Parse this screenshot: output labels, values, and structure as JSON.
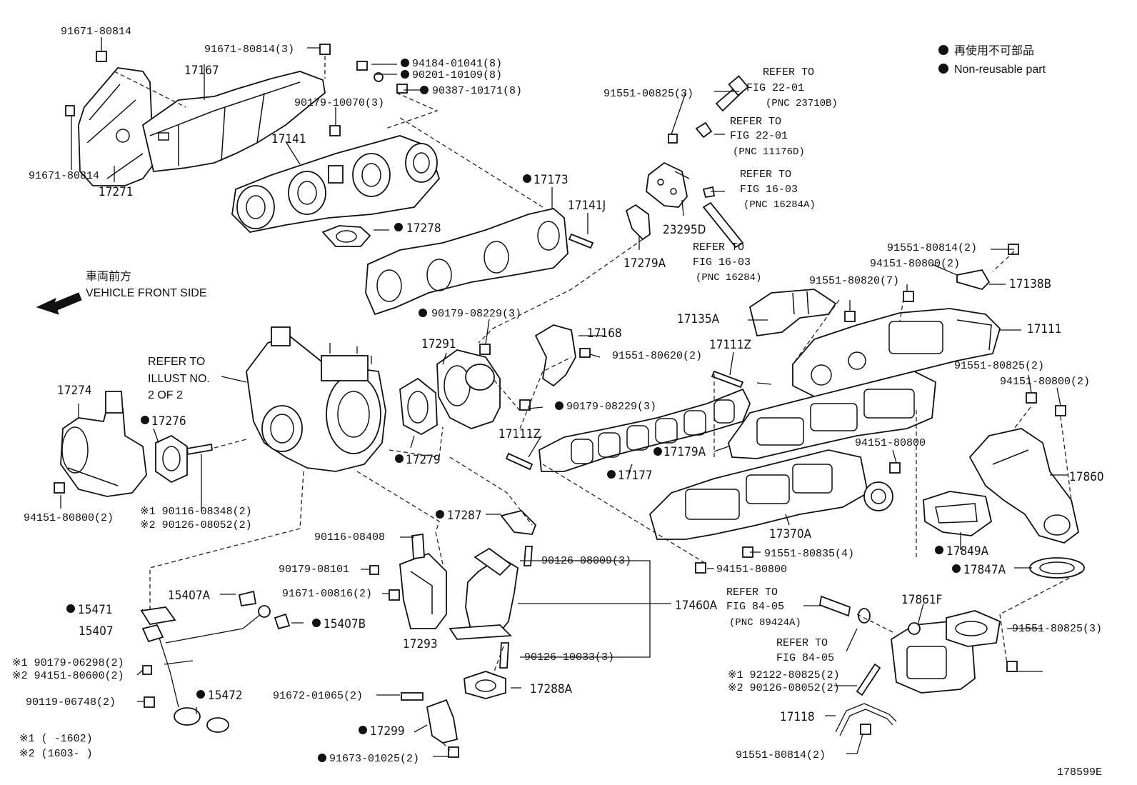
{
  "legend": {
    "jp": "再使用不可部品",
    "en": "Non-reusable part"
  },
  "front": {
    "jp": "車両前方",
    "en": "VEHICLE FRONT SIDE"
  },
  "figure_id": "178599E",
  "footnotes": {
    "n1": "※1 (      -1602)",
    "n2": "※2 (1603-      )"
  },
  "refers": {
    "r1": [
      "REFER TO",
      "FIG 22-01",
      "(PNC 23710B)"
    ],
    "r2": [
      "REFER TO",
      "FIG 22-01",
      "(PNC 11176D)"
    ],
    "r3": [
      "REFER TO",
      "FIG 16-03",
      "(PNC 16284A)"
    ],
    "r4": [
      "REFER TO",
      "FIG 16-03",
      "(PNC 16284)"
    ],
    "r5": [
      "REFER TO",
      "ILLUST NO.",
      "2 OF 2"
    ],
    "r6": [
      "REFER TO",
      "FIG 84-05",
      "(PNC 89424A)"
    ],
    "r7": [
      "REFER TO",
      "FIG 84-05"
    ]
  },
  "parts": {
    "p17167": "17167",
    "p17271": "17271",
    "p17141": "17141",
    "p17173": "17173",
    "p17141j": "17141J",
    "p17278": "17278",
    "p17279a": "17279A",
    "p23295d": "23295D",
    "p17274": "17274",
    "p17276": "17276",
    "p17291": "17291",
    "p17279": "17279",
    "p17168": "17168",
    "p17111z1": "17111Z",
    "p17111z2": "17111Z",
    "p17135a": "17135A",
    "p17138b": "17138B",
    "p17111": "17111",
    "p17179a": "17179A",
    "p17177": "17177",
    "p17370a": "17370A",
    "p17860": "17860",
    "p17849a": "17849A",
    "p17847a": "17847A",
    "p17287": "17287",
    "p17293": "17293",
    "p17460a": "17460A",
    "p15407a": "15407A",
    "p15471": "15471",
    "p15407": "15407",
    "p15407b": "15407B",
    "p15472": "15472",
    "p17288a": "17288A",
    "p17299": "17299",
    "p17861f": "17861F",
    "p17118": "17118"
  },
  "screws": {
    "s01": "91671-80814",
    "s02": "91671-80814(3)",
    "s03": "94184-01041(8)",
    "s04": "90201-10109(8)",
    "s05": "90387-10171(8)",
    "s06": "90179-10070(3)",
    "s07": "91671-80814",
    "s08": "91551-00825(3)",
    "s09": "91551-80814(2)",
    "s10": "94151-80800(2)",
    "s11": "91551-80820(7)",
    "s12": "90179-08229(3)",
    "s13": "91551-80620(2)",
    "s14": "90179-08229(3)",
    "s15": "91551-80825(2)",
    "s16": "94151-80800(2)",
    "s17": "94151-80800(2)",
    "s18": "※1 90116-08348(2)",
    "s19": "※2 90126-08052(2)",
    "s20": "94151-80800",
    "s21": "90116-08408",
    "s22": "90179-08101",
    "s23": "91671-00816(2)",
    "s24": "90126-08009(3)",
    "s25": "91551-80835(4)",
    "s26": "94151-80800",
    "s27": "90126-10033(3)",
    "s28": "91551-80825(3)",
    "s29": "※1 90179-06298(2)",
    "s30": "※2 94151-80600(2)",
    "s31": "90119-06748(2)",
    "s32": "91672-01065(2)",
    "s33": "※1 92122-80825(2)",
    "s34": "※2 90126-08052(2)",
    "s35": "91673-01025(2)",
    "s36": "91551-80814(2)"
  },
  "colors": {
    "ink": "#111111",
    "paper": "#ffffff"
  }
}
